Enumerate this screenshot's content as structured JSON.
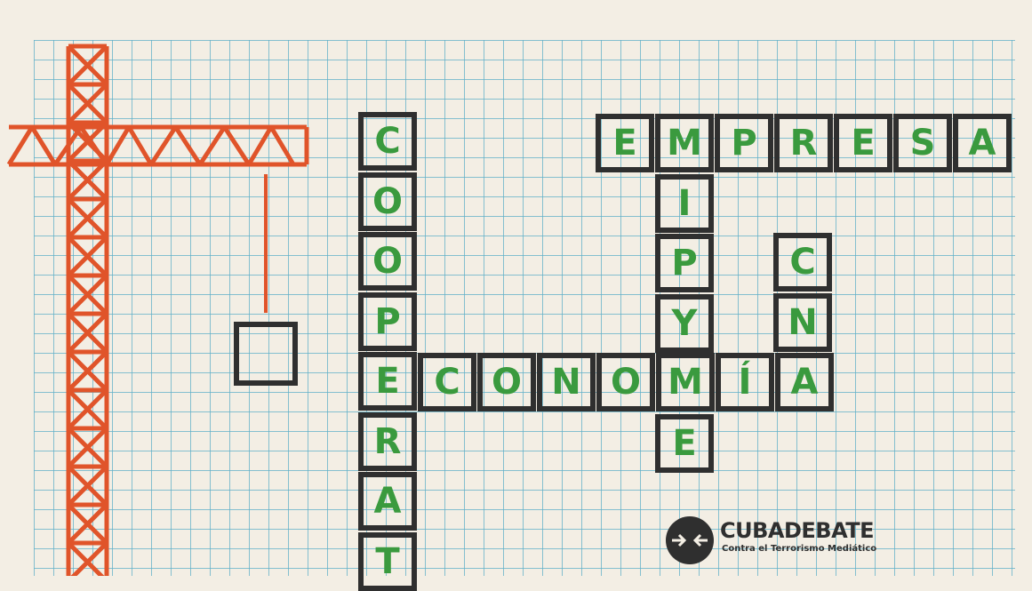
{
  "words": {
    "empresa": [
      "E",
      "M",
      "P",
      "R",
      "E",
      "S",
      "A"
    ],
    "cooperat": [
      "C",
      "O",
      "O",
      "P",
      "E",
      "R",
      "A",
      "T"
    ],
    "mipyme": [
      "M",
      "I",
      "P",
      "Y",
      "M",
      "E"
    ],
    "economia": [
      "E",
      "C",
      "O",
      "N",
      "O",
      "M",
      "Í",
      "A"
    ],
    "cna": [
      "C",
      "N",
      "A"
    ]
  },
  "logo": {
    "name": "CUBADEBATE",
    "tagline": "Contra el Terrorismo Mediático"
  },
  "colors": {
    "paper": "#f3eee4",
    "grid": "#5fafc8",
    "cell_border": "#2f2f2f",
    "letter": "#3a9a3e",
    "crane": "#e0542a"
  }
}
